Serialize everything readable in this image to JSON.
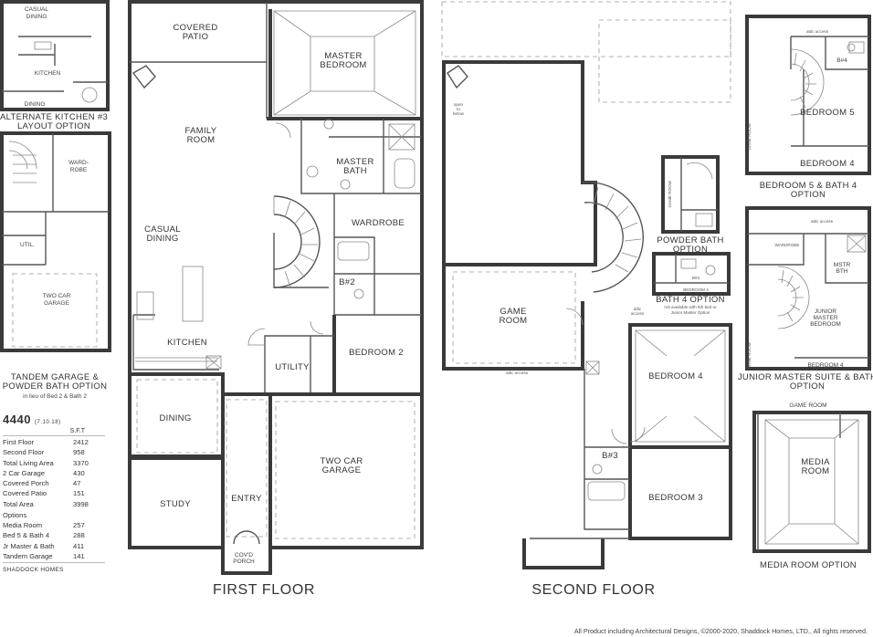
{
  "floors": {
    "first": "FIRST FLOOR",
    "second": "SECOND FLOOR"
  },
  "rooms_first": {
    "covered_patio": [
      "COVERED",
      "PATIO"
    ],
    "master_bedroom": [
      "MASTER",
      "BEDROOM"
    ],
    "family_room": [
      "FAMILY",
      "ROOM"
    ],
    "master_bath": [
      "MASTER",
      "BATH"
    ],
    "casual_dining": [
      "CASUAL",
      "DINING"
    ],
    "wardrobe": "WARDROBE",
    "bath2": "B#2",
    "bedroom2": "BEDROOM 2",
    "kitchen": "KITCHEN",
    "utility": "UTILITY",
    "dining": "DINING",
    "two_car_garage": [
      "TWO CAR",
      "GARAGE"
    ],
    "study": "STUDY",
    "entry": "ENTRY",
    "cov_porch": [
      "COV'D",
      "PORCH"
    ]
  },
  "rooms_second": {
    "open_to_below": [
      "open",
      "to",
      "below"
    ],
    "game_room": [
      "GAME",
      "ROOM"
    ],
    "attic_access_1": [
      "attic",
      "access"
    ],
    "attic_access_2": "attic access",
    "bedroom4": "BEDROOM 4",
    "bath3": "B#3",
    "bedroom3": "BEDROOM 3"
  },
  "options": {
    "alt_kitchen": {
      "casual_dining": [
        "CASUAL",
        "DINING"
      ],
      "kitchen": "KITCHEN",
      "dining": "DINING",
      "caption": [
        "ALTERNATE KITCHEN #3",
        "LAYOUT OPTION"
      ]
    },
    "tandem": {
      "wardrobe": [
        "WARD-",
        "ROBE"
      ],
      "util": "UTIL.",
      "two_car_garage": [
        "TWO CAR",
        "GARAGE"
      ],
      "caption": [
        "TANDEM GARAGE &",
        "POWDER BATH OPTION"
      ],
      "note": "in lieu of Bed 2 & Bath 2"
    },
    "powder_bath": {
      "game_room": "GAME ROOM",
      "caption": [
        "POWDER BATH",
        "OPTION"
      ]
    },
    "bath4": {
      "bath": "B#4",
      "bedroom": "BEDROOM 4",
      "caption": "BATH 4 OPTION",
      "note": [
        "not available with 5th bed or",
        "Junior Master Option"
      ]
    },
    "bed5_bath4": {
      "attic_access": "attic access",
      "bath": "B#4",
      "game_room": "GAME ROOM",
      "bedroom5": "BEDROOM 5",
      "bedroom4": "BEDROOM 4",
      "caption": [
        "BEDROOM 5 & BATH 4",
        "OPTION"
      ]
    },
    "jr_master": {
      "attic_access": "attic access",
      "wardrobe": "WARDROBE",
      "mstr_bth": [
        "MSTR",
        "BTH"
      ],
      "junior_master": [
        "JUNIOR",
        "MASTER",
        "BEDROOM"
      ],
      "game_room": "GAME ROOM",
      "bedroom4": "BEDROOM 4",
      "caption": [
        "JUNIOR MASTER SUITE & BATH",
        "OPTION"
      ]
    },
    "media": {
      "game_room": "GAME ROOM",
      "media_room": [
        "MEDIA",
        "ROOM"
      ],
      "caption": "MEDIA ROOM OPTION"
    }
  },
  "legend": {
    "plan_number": "4440",
    "plan_date": "(7.10.18)",
    "sqft_header": "S.F.T",
    "areas": [
      {
        "label": "First Floor",
        "value": "2412"
      },
      {
        "label": "Second Floor",
        "value": "958"
      },
      {
        "label": "Total Living Area",
        "value": "3370"
      },
      {
        "label": "2 Car Garage",
        "value": "430"
      },
      {
        "label": "Covered Porch",
        "value": "47"
      },
      {
        "label": "Covered Patio",
        "value": "151"
      },
      {
        "label": "Total Area",
        "value": "3998"
      }
    ],
    "options_header": "Options",
    "options": [
      {
        "label": "Media Room",
        "value": "257"
      },
      {
        "label": "Bed 5 & Bath 4",
        "value": "288"
      },
      {
        "label": "Jr Master & Bath",
        "value": "411"
      },
      {
        "label": "Tandem Garage",
        "value": "141"
      }
    ],
    "brand": "SHADDOCK HOMES"
  },
  "footer": "All Product including Architectural Designs, ©2000-2020, Shaddock Homes, LTD., All rights reserved."
}
